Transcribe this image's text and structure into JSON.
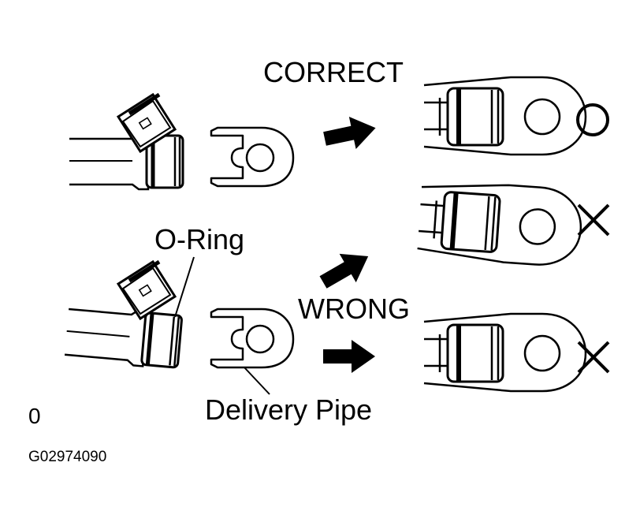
{
  "labels": {
    "correct": "CORRECT",
    "wrong": "WRONG",
    "o_ring": "O-Ring",
    "delivery_pipe": "Delivery Pipe",
    "corner_mark": "0",
    "figure_code": "G02974090"
  },
  "marks": {
    "correct_symbol": "○",
    "wrong_symbol": "×"
  },
  "colors": {
    "ink": "#000000",
    "paper": "#ffffff"
  }
}
